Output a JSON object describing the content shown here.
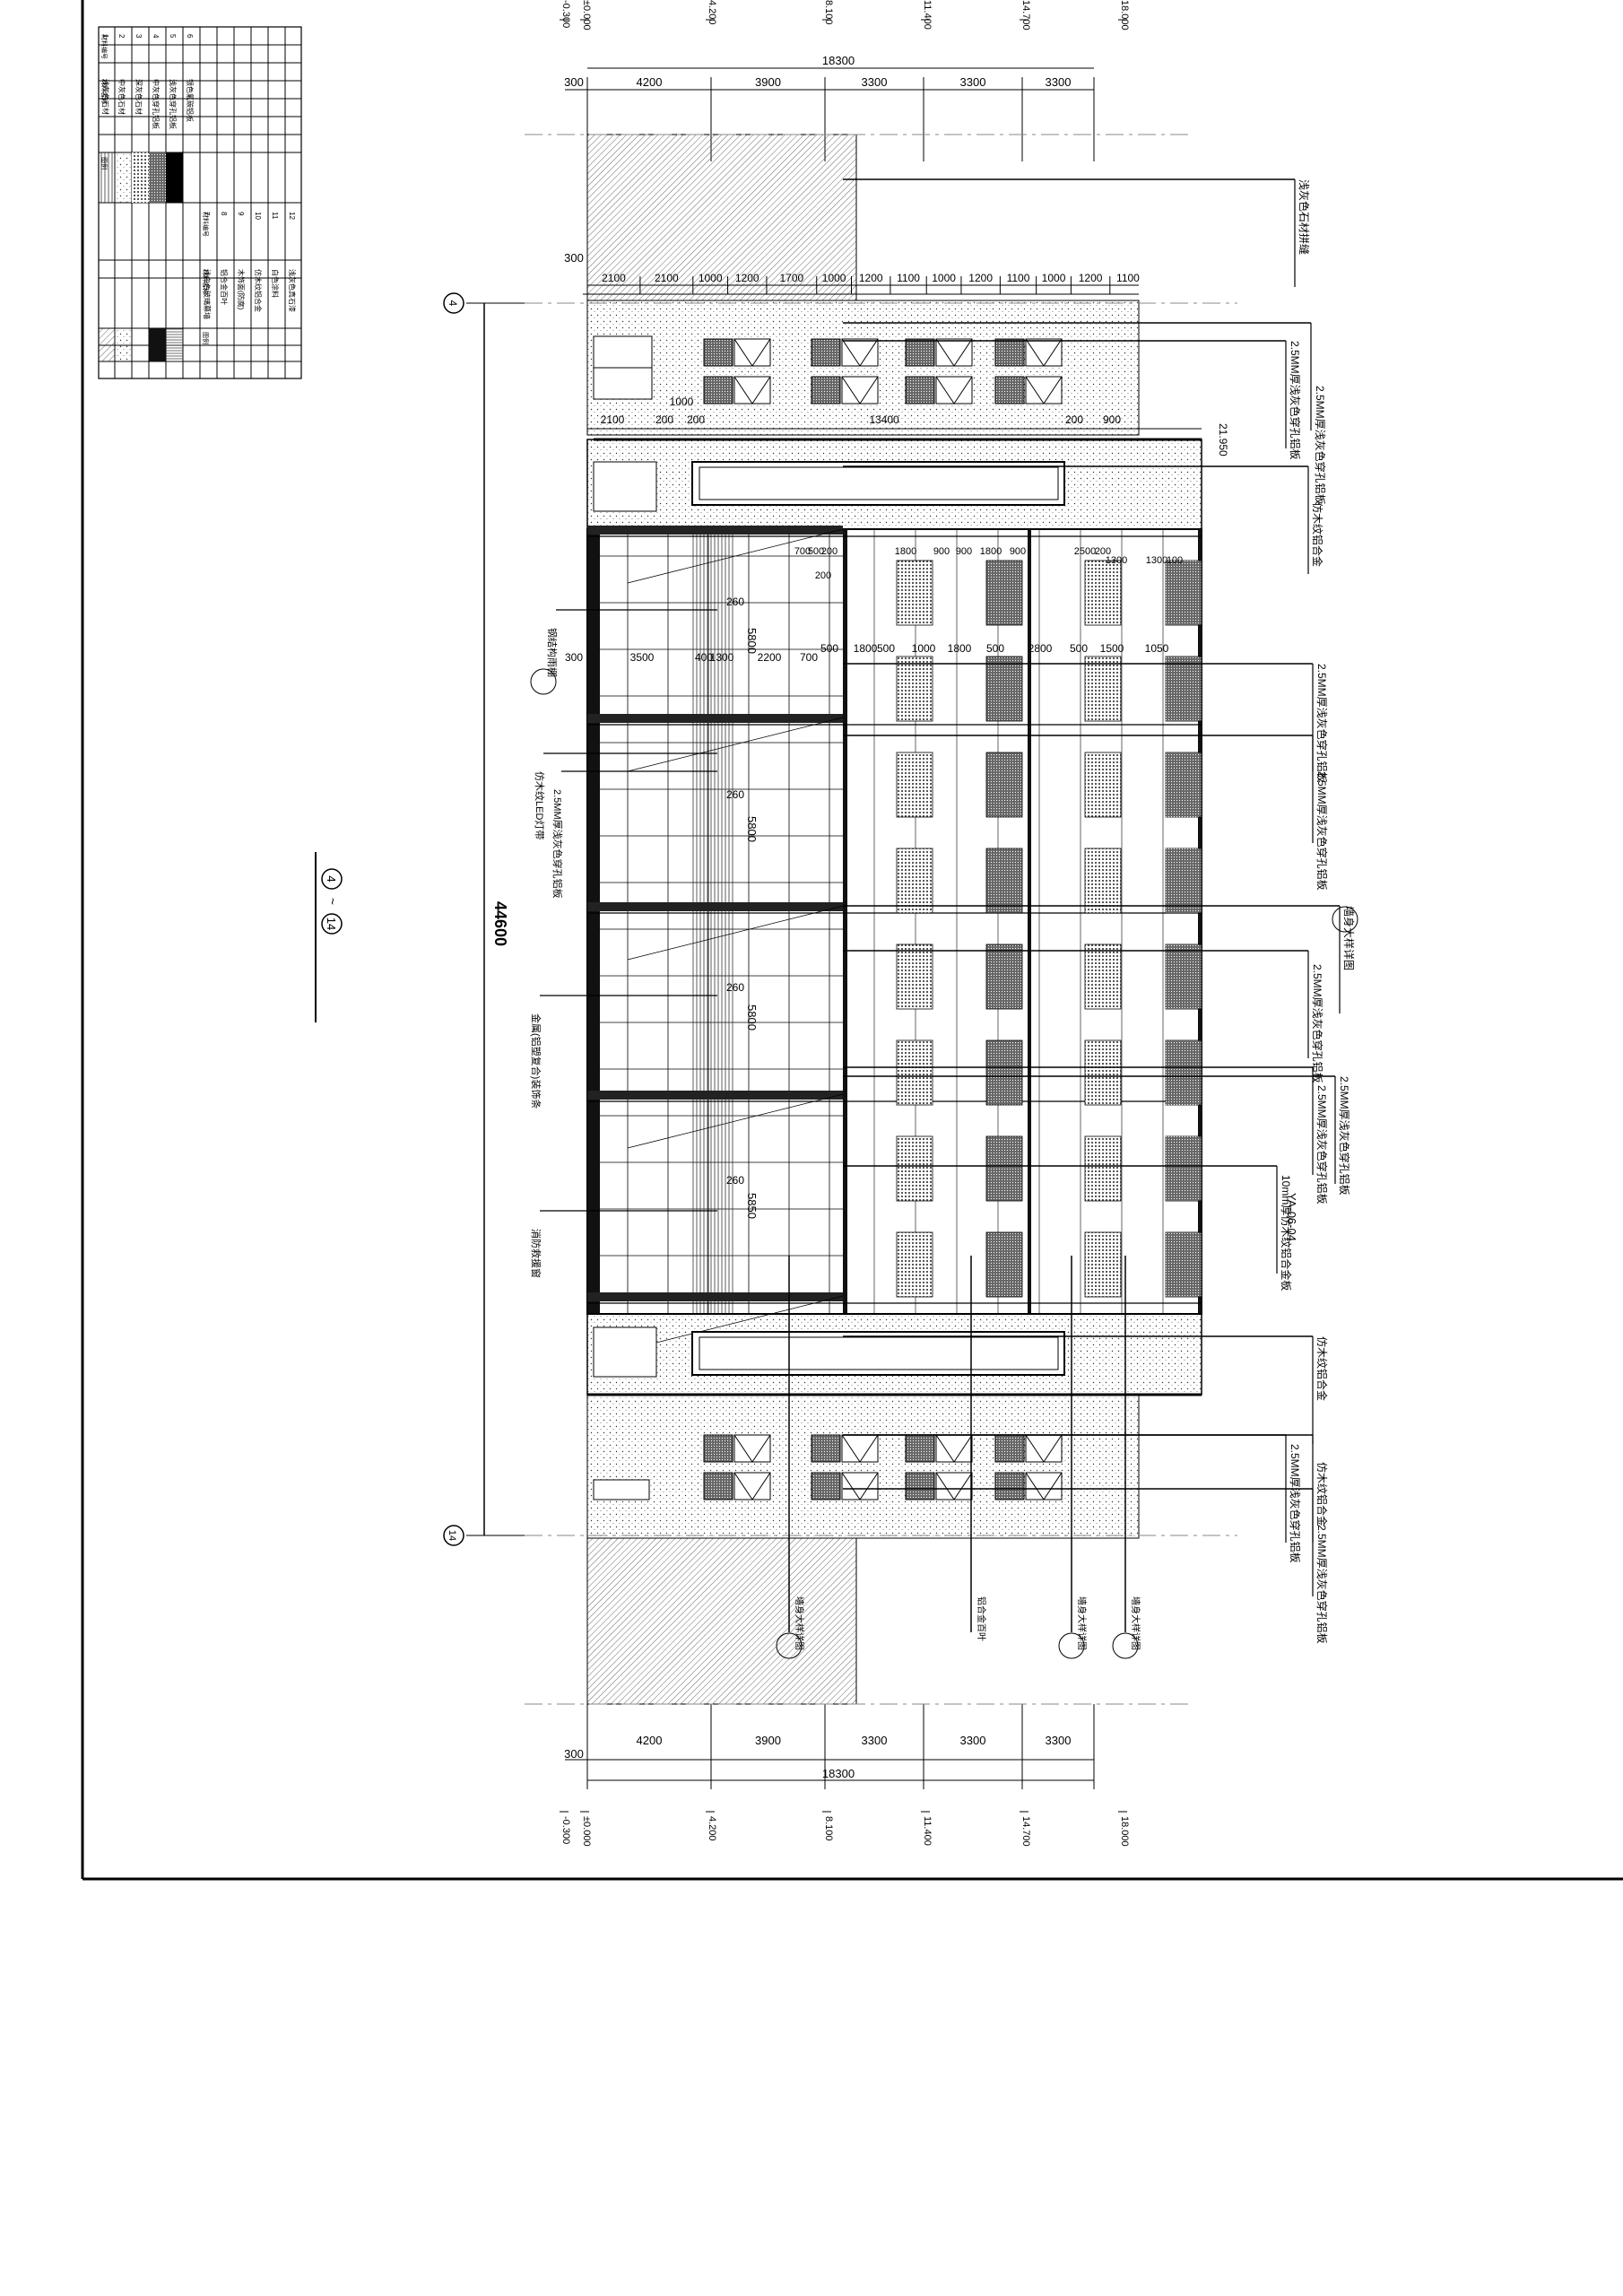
{
  "drawing": {
    "title_grid_start": "4",
    "title_grid_end": "14",
    "title_separator": "~",
    "overall_height_dim": "44600",
    "ref_code": "YA-06-04"
  },
  "legend": {
    "headers": [
      "材料编号",
      "材料名称",
      "图例"
    ],
    "left_rows": [
      {
        "no": "1",
        "name": "浅灰色石材"
      },
      {
        "no": "2",
        "name": "中灰色石材"
      },
      {
        "no": "3",
        "name": "深灰色石材"
      },
      {
        "no": "4",
        "name": "中灰色穿孔铝板"
      },
      {
        "no": "5",
        "name": "浅灰色穿孔铝板"
      },
      {
        "no": "6",
        "name": "银色氟碳铝板"
      }
    ],
    "right_rows": [
      {
        "no": "7",
        "name": "浅白色玻璃幕墙"
      },
      {
        "no": "8",
        "name": "铝合金百叶"
      },
      {
        "no": "9",
        "name": "木饰面(防腐)"
      },
      {
        "no": "10",
        "name": "仿木纹铝合金"
      },
      {
        "no": "11",
        "name": "白色涂料"
      },
      {
        "no": "12",
        "name": "浅灰色真石漆"
      }
    ]
  },
  "levels": [
    "-0.300",
    "±0.000",
    "4.200",
    "8.100",
    "11.400",
    "14.700",
    "18.000"
  ],
  "horizontal_dims": {
    "total": "18300",
    "offset": "300",
    "spans": [
      "4200",
      "3900",
      "3300",
      "3300",
      "3300"
    ]
  },
  "upper_bay_dims": {
    "offset": "300",
    "row1": [
      "2100",
      "2100",
      "1000",
      "1200",
      "1700",
      "1000",
      "1200",
      "1100",
      "1000",
      "1200",
      "1100",
      "1000",
      "1200",
      "1100"
    ],
    "row2": [
      "2100",
      "200",
      "1000",
      "200",
      "13400",
      "200",
      "900"
    ],
    "elevation_mark": "21.950"
  },
  "facade_dims": {
    "row_a": [
      "700",
      "500",
      "200",
      "200",
      "1800",
      "900",
      "900",
      "1800",
      "900",
      "2500",
      "200",
      "1300",
      "1300",
      "100"
    ],
    "row_b": [
      "300",
      "3500",
      "400",
      "1300",
      "2200",
      "700",
      "500",
      "1800",
      "500",
      "1000",
      "1800",
      "500",
      "2800",
      "500",
      "1500",
      "1050"
    ],
    "bay_heights": [
      "5800",
      "5800",
      "5800",
      "5850"
    ],
    "bay_offsets": [
      "260",
      "260",
      "260",
      "260"
    ]
  },
  "callouts": {
    "right": [
      "浅灰色石材拼缝",
      "2.5MM厚浅灰色穿孔铝板",
      "2.5MM厚浅灰色穿孔铝板",
      "仿木纹铝合金",
      "2.5MM厚浅灰色穿孔铝板",
      "2.5MM厚浅灰色穿孔铝板",
      "墙身大样详图",
      "2.5MM厚浅灰色穿孔铝板",
      "2.5MM厚浅灰色穿孔铝板",
      "2.5MM厚浅灰色穿孔铝板",
      "10mm厚仿木纹铝合金板",
      "仿木纹铝合金",
      "2.5MM厚浅灰色穿孔铝板",
      "仿木纹铝合金",
      "2.5MM厚浅灰色穿孔铝板"
    ],
    "left": [
      "钢结构雨棚",
      "仿木纹LED灯带",
      "2.5MM厚浅灰色穿孔铝板",
      "金属(铝塑复合)装饰条",
      "消防救援窗"
    ],
    "bottom": [
      "墙身大样详图",
      "铝合金百叶",
      "墙身大样详图",
      "墙身大样详图"
    ]
  },
  "colors": {
    "line": "#000000",
    "hatch": "#555555",
    "paper": "#ffffff"
  }
}
